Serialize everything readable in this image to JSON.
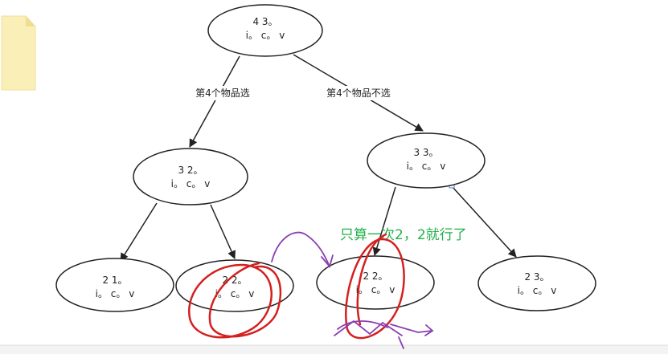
{
  "colors": {
    "canvas": "#ffffff",
    "ink": "#222222",
    "annotation_green": "#22b14c",
    "annotation_red": "#d42020",
    "annotation_purple": "#8a3fb0",
    "note_icon": "#fbefb8"
  },
  "nodes": {
    "root": {
      "line1": "4  3。",
      "line2": "i。  c。  v"
    },
    "left": {
      "line1": "3  2。",
      "line2": "i。  c。  v"
    },
    "right": {
      "line1": "3  3。",
      "line2": "i。  c。  v"
    },
    "ll": {
      "line1": "2  1。",
      "line2": "i。  c。  v"
    },
    "lr": {
      "line1": "2  2。",
      "line2": "i。  c。  v"
    },
    "rl": {
      "line1": "2  2。",
      "line2": "i。  c。  v"
    },
    "rr": {
      "line1": "2 3。",
      "line2": "i。  c。  v"
    }
  },
  "edge_labels": {
    "root_left": "第4个物品选",
    "root_right": "第4个物品不选"
  },
  "annotation": {
    "text": "只算一次2，2就行了"
  }
}
